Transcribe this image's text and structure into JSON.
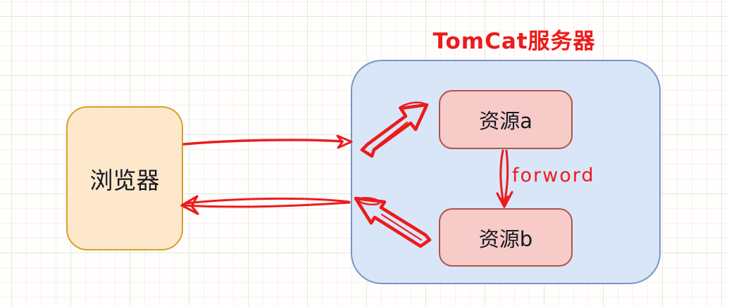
{
  "diagram": {
    "title": "TomCat服务器",
    "browser": {
      "label": "浏览器"
    },
    "server": {
      "resource_a": {
        "label": "资源a"
      },
      "resource_b": {
        "label": "资源b"
      }
    },
    "arrows": [
      {
        "name": "request-arrow",
        "from": "浏览器",
        "to": "TomCat服务器",
        "direction": "right"
      },
      {
        "name": "dispatch-arrow-a",
        "direction": "up-right",
        "points_to": "资源a"
      },
      {
        "name": "forward-arrow",
        "from": "资源a",
        "to": "资源b",
        "label": "forword",
        "direction": "down"
      },
      {
        "name": "dispatch-arrow-b",
        "direction": "up-left",
        "points_from": "资源b"
      },
      {
        "name": "response-arrow",
        "from": "TomCat服务器",
        "to": "浏览器",
        "direction": "left"
      }
    ],
    "forward_label": "forword",
    "colors": {
      "red": "#ed1b1b",
      "browser_fill": "#fde8cb",
      "browser_border": "#d7a02a",
      "server_fill": "#d9e6f8",
      "server_border": "#7a94c4",
      "resource_fill": "#f6cbc8",
      "resource_border": "#ae544f",
      "text_dark": "#17171f",
      "grid_major": "#dfead9",
      "grid_minor": "#f6eff1",
      "background": "#fffefd"
    }
  }
}
